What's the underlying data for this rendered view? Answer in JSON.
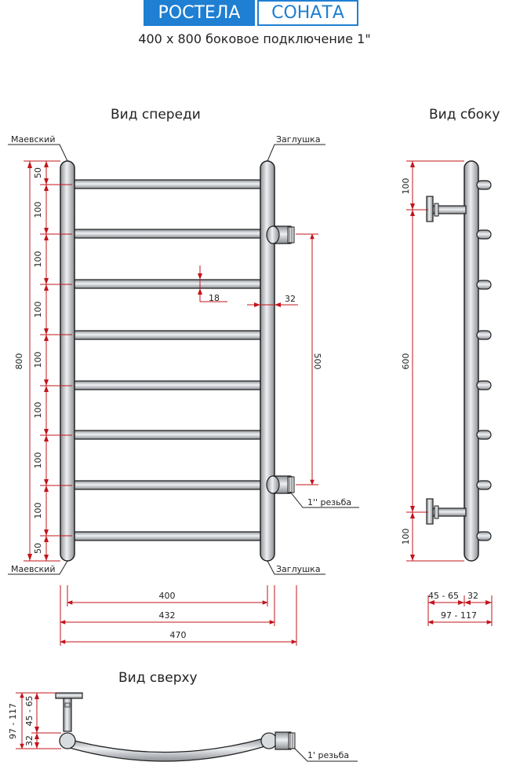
{
  "brand": {
    "primary": "РОСТЕЛА",
    "model": "СОНАТА"
  },
  "subtitle": "400 x 800 боковое подключение 1\"",
  "views": {
    "front": "Вид спереди",
    "side": "Вид сбоку",
    "top": "Вид сверху"
  },
  "callouts": {
    "mayevsky_top": "Маевский",
    "mayevsky_bottom": "Маевский",
    "plug_top": "Заглушка",
    "plug_bottom": "Заглушка",
    "thread_front": "1'' резьба",
    "thread_top": "1' резьба"
  },
  "front": {
    "left_dims": [
      "50",
      "100",
      "100",
      "100",
      "100",
      "100",
      "100",
      "100",
      "50"
    ],
    "total_height": "800",
    "rung_gap": "18",
    "post_width": "32",
    "connection_spacing": "500",
    "bottom_dims": [
      "400",
      "432",
      "470"
    ]
  },
  "side": {
    "dims": [
      "100",
      "600",
      "100"
    ],
    "bottom_dims": [
      "45 - 65",
      "32",
      "97 - 117"
    ]
  },
  "top": {
    "dims": [
      "97 - 117",
      "32",
      "45 - 65"
    ]
  },
  "colors": {
    "brand": "#1e7fd3",
    "dimension": "#c3141b",
    "steel": "#cfd2d6",
    "outline": "#222222"
  }
}
